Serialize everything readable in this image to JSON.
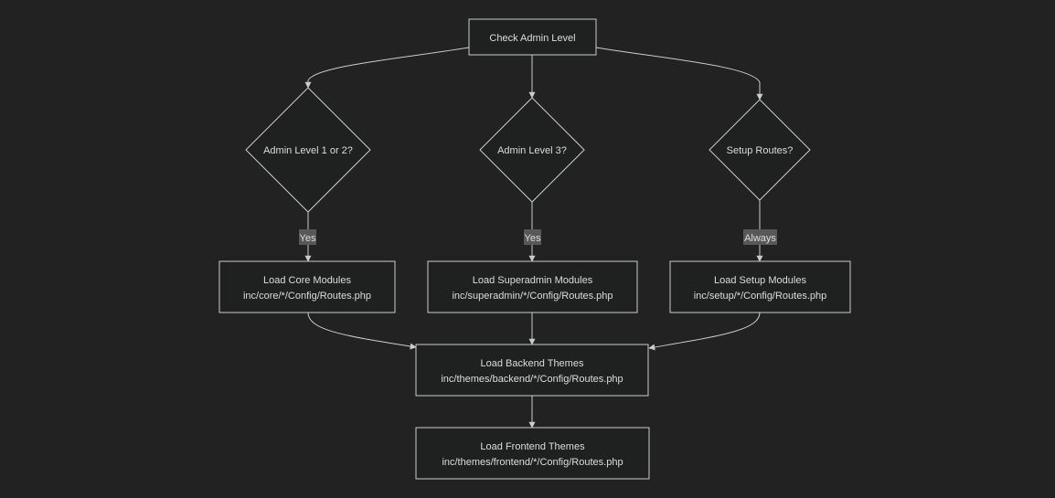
{
  "colors": {
    "background": "#222222",
    "node_fill": "#1f2020",
    "node_stroke": "#cccccc",
    "edge": "#cccccc",
    "text": "#dddddd",
    "label_bg": "#585858"
  },
  "nodes": {
    "check": {
      "label": "Check Admin Level"
    },
    "level12": {
      "label": "Admin Level 1 or 2?"
    },
    "level3": {
      "label": "Admin Level 3?"
    },
    "setup_routes": {
      "label": "Setup Routes?"
    },
    "core": {
      "line1": "Load Core Modules",
      "line2": "inc/core/*/Config/Routes.php"
    },
    "superadmin": {
      "line1": "Load Superadmin Modules",
      "line2": "inc/superadmin/*/Config/Routes.php"
    },
    "setup": {
      "line1": "Load Setup Modules",
      "line2": "inc/setup/*/Config/Routes.php"
    },
    "backend": {
      "line1": "Load Backend Themes",
      "line2": "inc/themes/backend/*/Config/Routes.php"
    },
    "frontend": {
      "line1": "Load Frontend Themes",
      "line2": "inc/themes/frontend/*/Config/Routes.php"
    }
  },
  "edge_labels": {
    "level12_core": "Yes",
    "level3_superadmin": "Yes",
    "setup_routes_setup": "Always"
  }
}
